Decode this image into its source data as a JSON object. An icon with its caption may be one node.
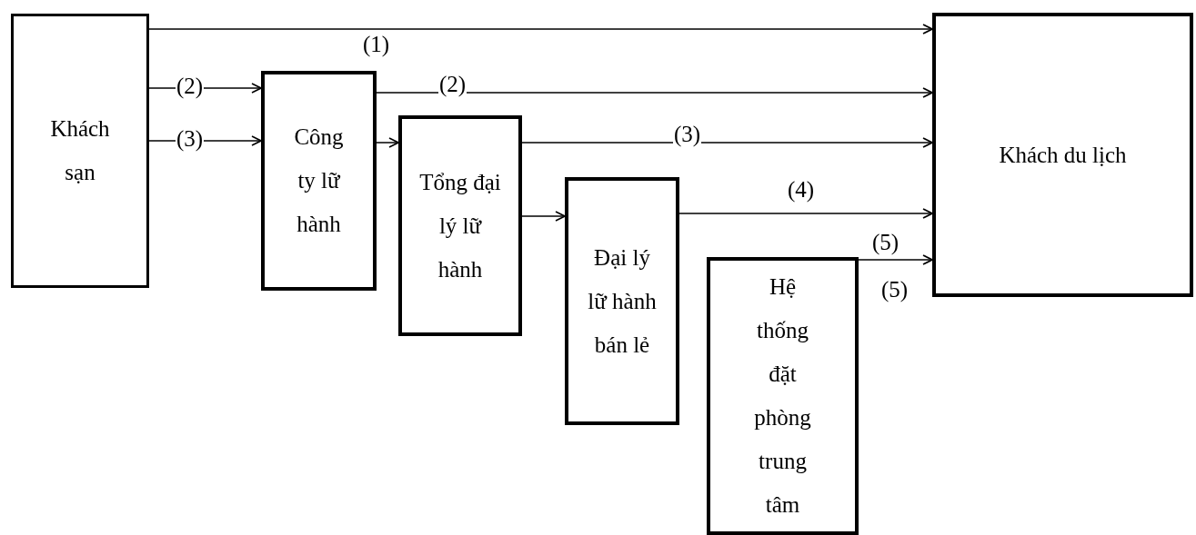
{
  "diagram": {
    "nodes": [
      {
        "text": [
          "Khách sạn"
        ]
      },
      {
        "text": [
          "Công ty lữ hành"
        ]
      },
      {
        "text": [
          "Tổng đại lý lữ hành"
        ]
      },
      {
        "text": [
          "Đại lý lữ hành bán lẻ"
        ]
      },
      {
        "text": [
          "Hệ thống đặt phòng trung tâm"
        ]
      },
      {
        "text": [
          "Khách du lịch"
        ]
      }
    ],
    "edges": [
      {
        "from": 0,
        "to": 5,
        "arrow": "to",
        "label": "(1)"
      },
      {
        "from": 0,
        "to": 1,
        "arrow": "to",
        "label": "(2)"
      },
      {
        "from": 0,
        "to": 1,
        "arrow": "to",
        "label": "(3)"
      },
      {
        "from": 1,
        "to": 5,
        "arrow": "to",
        "label": "(2)"
      },
      {
        "from": 1,
        "to": 2,
        "arrow": "to"
      },
      {
        "from": 2,
        "to": 5,
        "arrow": "to",
        "label": "(3)"
      },
      {
        "from": 2,
        "to": 3,
        "arrow": "to"
      },
      {
        "from": 3,
        "to": 5,
        "arrow": "to",
        "label": "(4)"
      },
      {
        "from": 4,
        "to": 5,
        "arrow": "to",
        "label": "(5)"
      }
    ],
    "labels": [
      "(5)"
    ]
  }
}
